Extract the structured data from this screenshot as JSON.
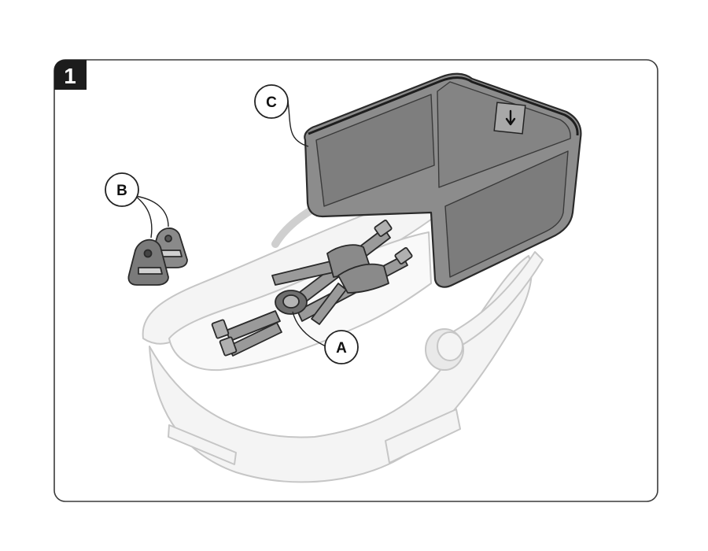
{
  "step": {
    "number": "1"
  },
  "callouts": {
    "a": {
      "letter": "A"
    },
    "b": {
      "letter": "B"
    },
    "c": {
      "letter": "C"
    }
  },
  "colors": {
    "frame": "#3a3a3a",
    "badge": "#1c1c1c",
    "ghost_fill": "#f2f2f2",
    "ghost_stroke": "#c8c8c8",
    "part_fill": "#8a8a8a",
    "part_stroke": "#2a2a2a",
    "strap_fill": "#9a9a9a"
  },
  "icons": {
    "liner_tag": "down-arrow-icon"
  }
}
